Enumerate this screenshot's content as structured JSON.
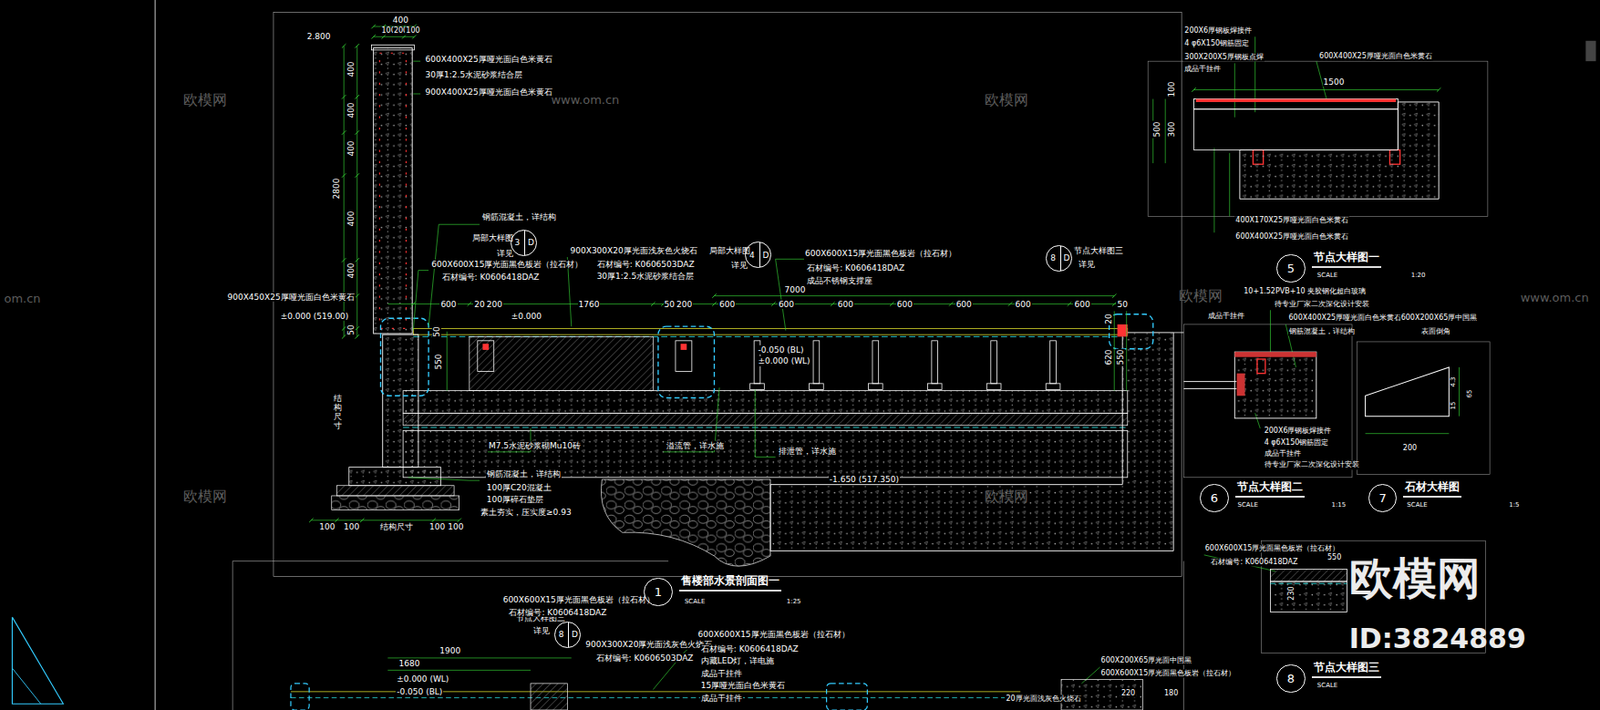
{
  "diagram": {
    "nodes": [
      {
        "text": [
          "3",
          "D"
        ]
      },
      {
        "text": [
          "4",
          "D"
        ]
      },
      {
        "text": [
          "8",
          "D"
        ]
      },
      {
        "text": [
          "5",
          "节点大样图一"
        ]
      },
      {
        "text": [
          "6",
          "节点大样图二"
        ]
      },
      {
        "text": [
          "7",
          "石材大样图"
        ]
      },
      {
        "text": [
          "1",
          "售楼部水景剖面图一"
        ]
      },
      {
        "text": [
          "8",
          "D"
        ]
      },
      {
        "text": [
          "8",
          "节点大样图三"
        ]
      }
    ],
    "labels": [
      "400",
      "100",
      "200",
      "100",
      "2.800",
      "400",
      "400",
      "400",
      "2800",
      "400",
      "400",
      "50",
      "600X400X25厚哑光面白色米黄石",
      "30厚1:2.5水泥砂浆结合层",
      "900X400X25厚哑光面白色米黄石",
      "钢筋混凝土，详结构",
      "局部大样图",
      "详见",
      "600X600X15厚光面黑色板岩（拉石材）",
      "石材编号: K0606418DAZ",
      "900X450X25厚哑光面白色米黄石",
      "±0.000 (519.00)",
      "900X300X20厚光面浅灰色火烧石",
      "石材编号: K0606503DAZ",
      "30厚1:2.5水泥砂浆结合层",
      "局部大样图",
      "详见",
      "600X600X15厚光面黑色板岩（拉石材）",
      "石材编号: K0606418DAZ",
      "成品不锈钢支撑座",
      "节点大样图三",
      "详见",
      "7000",
      "600",
      "20",
      "200",
      "1760",
      "50",
      "200",
      "600",
      "600",
      "600",
      "600",
      "600",
      "600",
      "600",
      "50",
      "±0.000",
      "-0.050 (BL)",
      "±0.000 (WL)",
      "20",
      "620",
      "550",
      "50",
      "550",
      "结构尺寸",
      "M7.5水泥砂浆砌Mu10砖",
      "溢流管，详水施",
      "排泄管，详水施",
      "钢筋混凝土，详结构",
      "100厚C20混凝土",
      "100厚碎石垫层",
      "素土夯实，压实度≥0.93",
      "-1.650 (517.350)",
      "100",
      "100",
      "结构尺寸",
      "100",
      "100",
      "SCALE",
      "1:25",
      "200X6厚钢板焊接件",
      "4 φ6X150钢筋固定",
      "300X200X5厚钢板点焊",
      "成品干挂件",
      "600X400X25厚哑光面白色米黄石",
      "1500",
      "100",
      "300",
      "500",
      "400X170X25厚哑光面白色米黄石",
      "600X400X25厚哑光面白色米黄石",
      "SCALE",
      "1:20",
      "10+1.52PVB+10 夹胶钢化超白玻璃",
      "待专业厂家二次深化设计安装",
      "成品干挂件",
      "600X400X25厚哑光面白色米黄石",
      "钢筋混凝土，详结构",
      "200X6厚钢板焊接件",
      "4 φ6X150钢筋固定",
      "成品干挂件",
      "待专业厂家二次深化设计安装",
      "SCALE",
      "1:15",
      "600X200X65厚中国黑",
      "表面倒角",
      "4.3",
      "15",
      "65",
      "200",
      "SCALE",
      "1:5",
      "600X600X15厚光面黑色板岩（拉石材）",
      "石材编号: K0606418DAZ",
      "550",
      "230",
      "SCALE",
      "节点大样图三",
      "详见",
      "600X600X15厚光面黑色板岩（拉石材）",
      "石材编号: K0606418DAZ",
      "900X300X20厚光面浅灰色火烧石",
      "石材编号: K0606503DAZ",
      "1900",
      "1680",
      "±0.000 (WL)",
      "-0.050 (BL)",
      "600X600X15厚光面黑色板岩（拉石材）",
      "石材编号: K0606418DAZ",
      "内藏LED灯，详电施",
      "成品干挂件",
      "15厚哑光面白色米黄石",
      "成品干挂件",
      "600X200X65厚光面中国黑",
      "600X600X15厚光面黑色板岩（拉石材）",
      "20厚光面浅灰色火烧石",
      "220",
      "180",
      "欧模网",
      "www.om.cn",
      "欧模网",
      "欧模网",
      "欧模网",
      "欧模网",
      "www.om.cn",
      "om.cn",
      "欧模网",
      "ID:3824889"
    ]
  }
}
